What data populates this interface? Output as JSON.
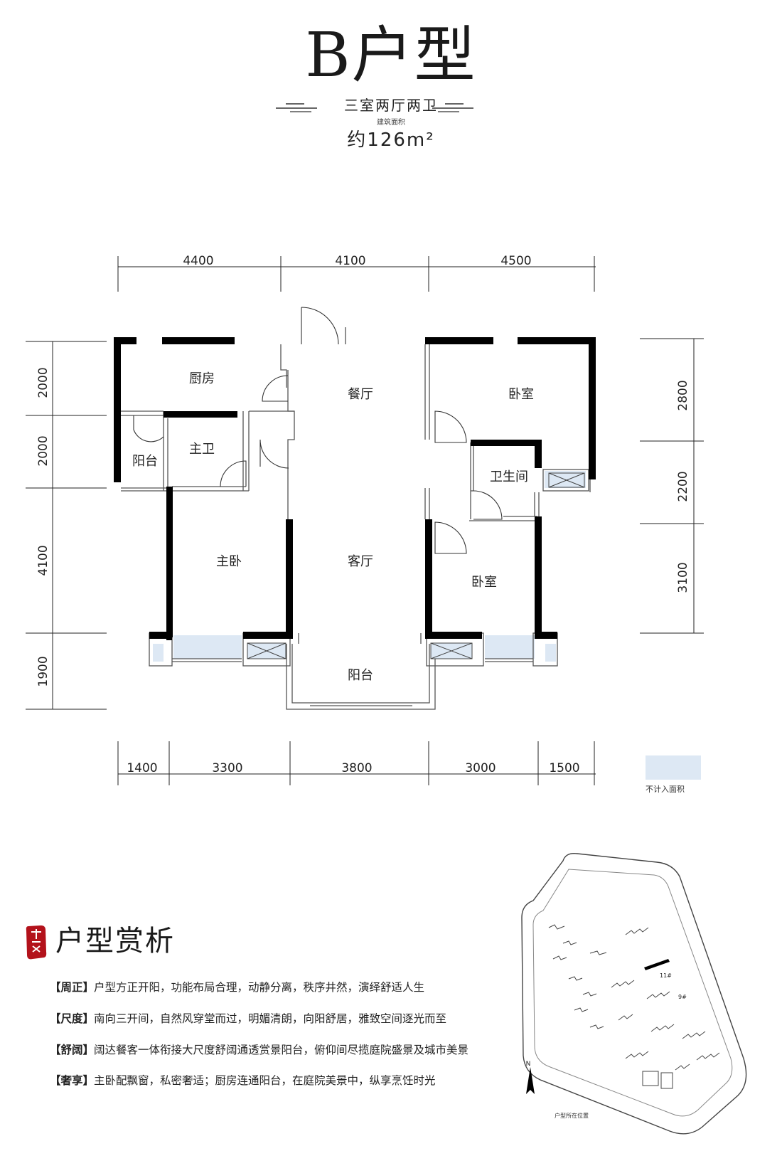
{
  "header": {
    "title": "B户型",
    "subtitle": "三室两厅两卫",
    "area_label": "建筑面积",
    "area_value": "约126m²"
  },
  "plan": {
    "top_dimensions": [
      "4400",
      "4100",
      "4500"
    ],
    "bottom_dimensions": [
      "1400",
      "3300",
      "3800",
      "3000",
      "1500"
    ],
    "left_dimensions": [
      "2000",
      "2000",
      "4100",
      "1900"
    ],
    "right_dimensions": [
      "2800",
      "2200",
      "3100"
    ],
    "rooms": {
      "kitchen": "厨房",
      "dining": "餐厅",
      "bedroom_ne": "卧室",
      "balcony_w": "阳台",
      "master_bath": "主卫",
      "bathroom": "卫生间",
      "master_bedroom": "主卧",
      "living": "客厅",
      "bedroom_se": "卧室",
      "balcony_s": "阳台"
    }
  },
  "legend": {
    "label": "不计入面积",
    "color": "#dde8f4"
  },
  "analysis": {
    "title": "户型赏析",
    "items": [
      {
        "key": "【周正】",
        "text": "户型方正开阳，功能布局合理，动静分离，秩序井然，演绎舒适人生"
      },
      {
        "key": "【尺度】",
        "text": "南向三开间，自然风穿堂而过，明媚清朗，向阳舒居，雅致空间逐光而至"
      },
      {
        "key": "【舒阔】",
        "text": "阔达餐客一体衔接大尺度舒阔通透赏景阳台，俯仰间尽揽庭院盛景及城市美景"
      },
      {
        "key": "【奢享】",
        "text": "主卧配飘窗，私密奢适；厨房连通阳台，在庭院美景中，纵享烹饪时光"
      }
    ]
  },
  "site_map": {
    "building_labels": [
      "11#",
      "9#"
    ],
    "compass_label": "户型所在位置",
    "north_label": "N"
  }
}
